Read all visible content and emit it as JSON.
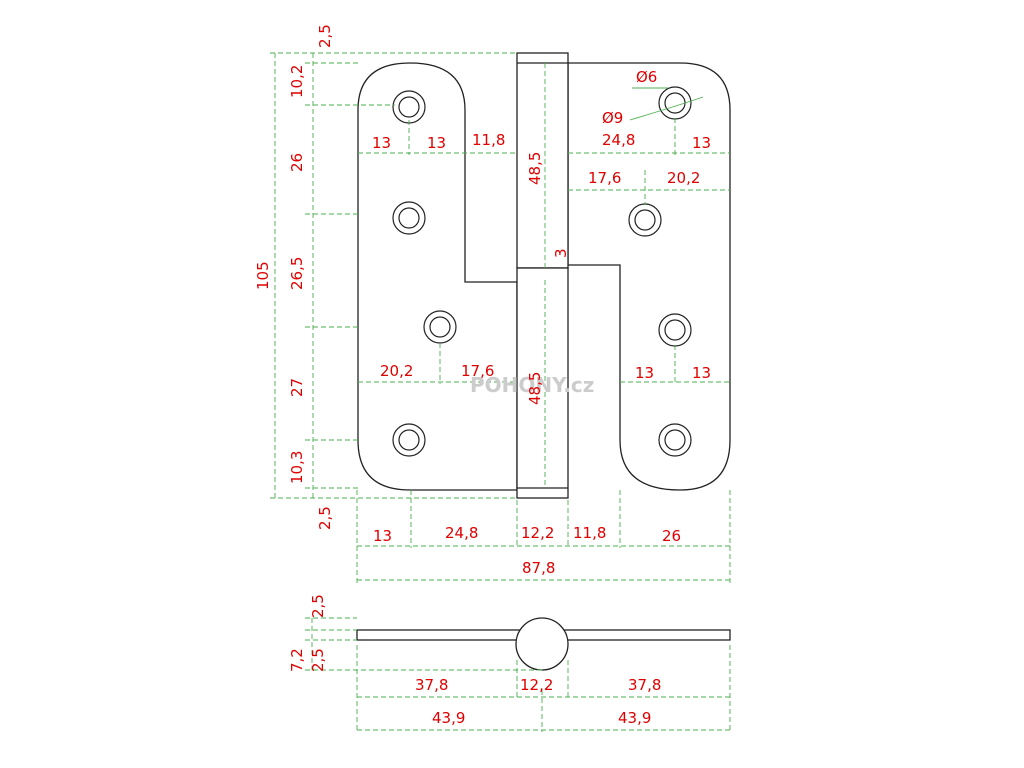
{
  "watermark": "POHONY.cz",
  "colors": {
    "dimension_text": "#e00000",
    "dimension_lines": "#4caf50",
    "outline": "#222222"
  },
  "front_view": {
    "left_leaf_widths": {
      "edge_to_hole": "13",
      "hole_to_knuckle_edge": "13",
      "leaf_notch": "11,8"
    },
    "right_leaf": {
      "hole_offset": "24,8",
      "hole_edge": "13",
      "outer_hole_diameter": "Ø9",
      "inner_hole_diameter": "Ø6",
      "upper_left": "17,6",
      "upper_right": "20,2"
    },
    "lower_left": {
      "left": "20,2",
      "right": "17,6"
    },
    "lower_right": {
      "left": "13",
      "right": "13"
    },
    "knuckle": {
      "upper_length": "48,5",
      "gap": "3",
      "lower_length": "48,5"
    },
    "vertical_left": {
      "top_margin": "2,5",
      "first": "10,2",
      "second": "26",
      "third": "26,5",
      "fourth": "27",
      "fifth": "10,3",
      "bottom_margin": "2,5",
      "total": "105"
    },
    "bottom_dims": {
      "a": "13",
      "b": "24,8",
      "c": "12,2",
      "d": "11,8",
      "e": "26",
      "total": "87,8"
    }
  },
  "side_view": {
    "top_thickness": "2,5",
    "total_height": "7,2",
    "bottom_thickness": "2,5",
    "left_leaf": "37,8",
    "knuckle_dia": "12,2",
    "right_leaf": "37,8",
    "left_half": "43,9",
    "right_half": "43,9"
  }
}
